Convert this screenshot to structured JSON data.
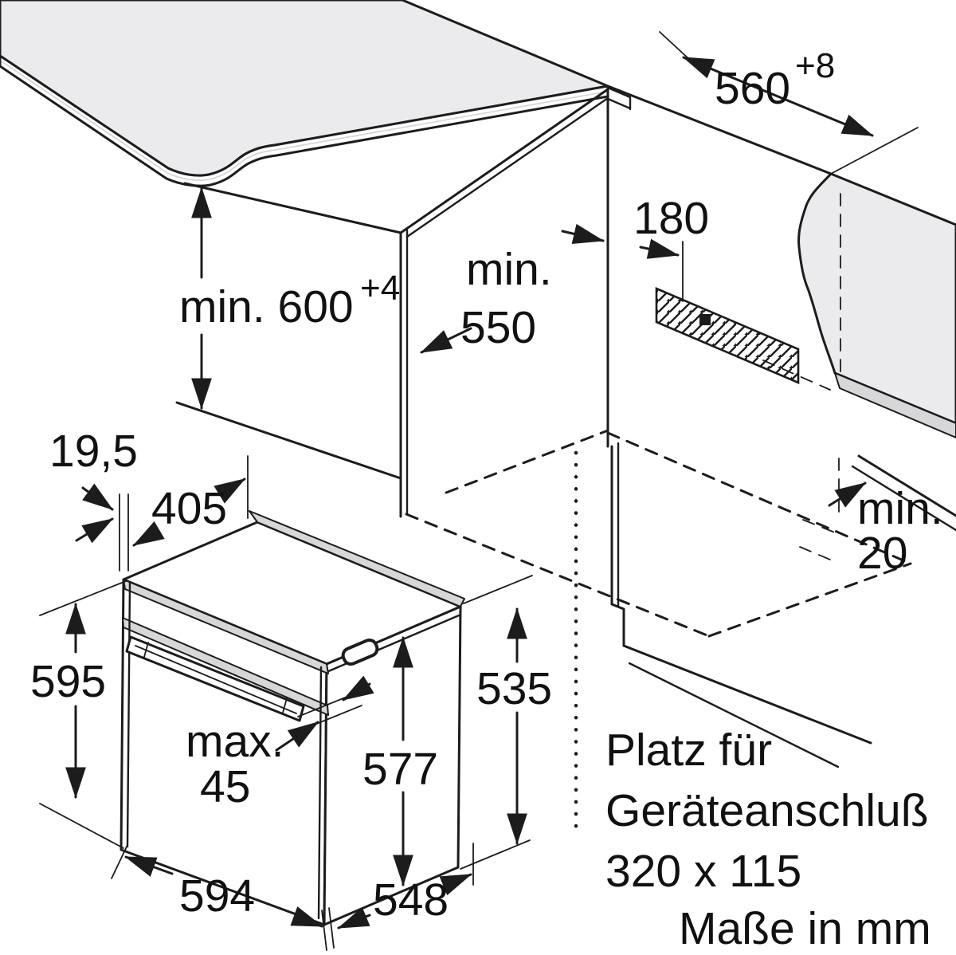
{
  "diagram": {
    "kind": "built-in oven installation drawing",
    "colors": {
      "line": "#1c1c1c",
      "panel_fill": "#ebebee",
      "stripe_fill": "#d7d7da",
      "background": "#ffffff"
    },
    "dimensions": {
      "niche_width": {
        "value": "560",
        "tolerance": "+8"
      },
      "niche_height": {
        "value": "min. 600",
        "tolerance": "+4"
      },
      "cabinet_depth": {
        "line1": "min.",
        "line2": "550"
      },
      "connection_offset": {
        "value": "180"
      },
      "rear_gap": {
        "line1": "min.",
        "line2": "20"
      },
      "front_overhang": {
        "value": "19,5"
      },
      "top_depth": {
        "value": "405"
      },
      "oven_height": {
        "value": "595"
      },
      "handle_clearance": {
        "line1": "max.",
        "line2": "45"
      },
      "body_height": {
        "value": "577"
      },
      "side_height": {
        "value": "535"
      },
      "oven_width": {
        "value": "594"
      },
      "oven_depth": {
        "value": "548"
      }
    },
    "notes": {
      "connection_line1": "Platz für",
      "connection_line2": "Geräteanschluß",
      "connection_line3": "320 x 115",
      "units": "Maße in mm"
    }
  }
}
